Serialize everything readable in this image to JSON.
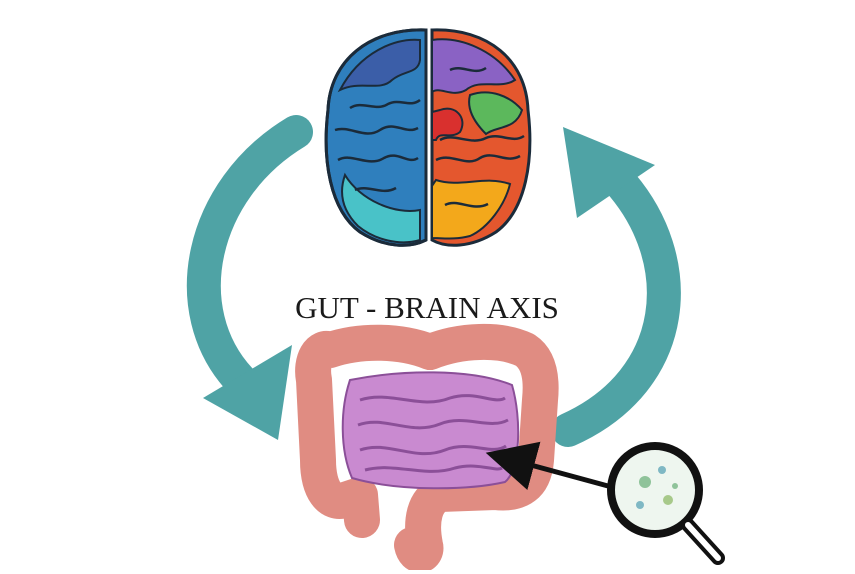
{
  "diagram": {
    "title": "GUT - BRAIN AXIS",
    "elements": {
      "brain": "brain-illustration",
      "gut": "intestine-illustration",
      "magnifier": "magnifying-glass-icon",
      "cycle": "circular-arrows"
    },
    "colors": {
      "arrow": "#4fa3a5",
      "colon": "#e08c82",
      "small_intestine": "#c98ad0",
      "brain_left": "#2f7fbd",
      "brain_right": "#e4572e"
    }
  }
}
